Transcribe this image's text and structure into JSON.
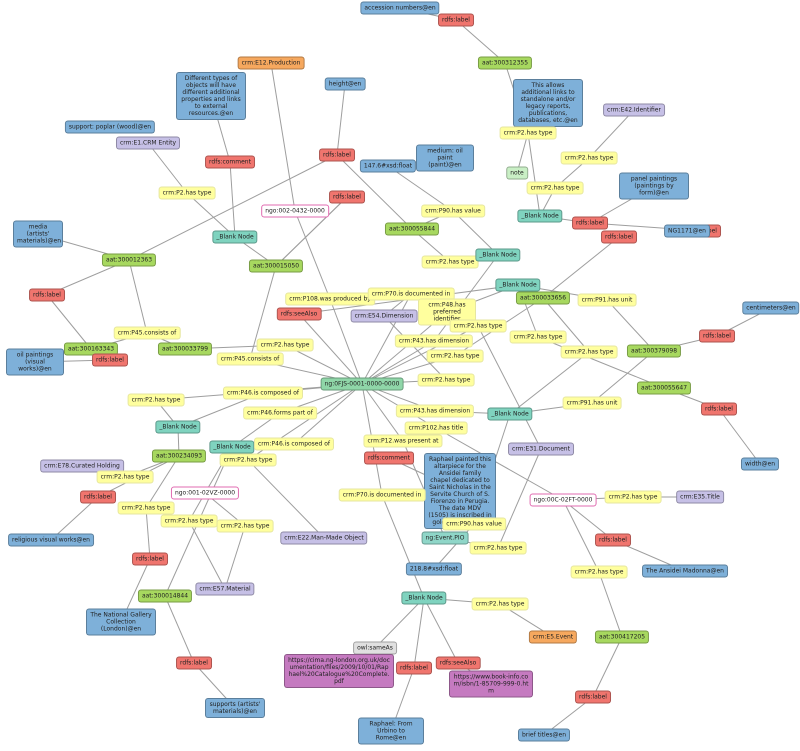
{
  "colors": {
    "literal": "#7eb0d9",
    "label": "#f0756e",
    "blank_node": "#7fd3bf",
    "aat": "#a7d85f",
    "property": "#ffff9e",
    "class": "#c6c0e6",
    "production": "#f6a85e",
    "edge": "#9e9e9e"
  },
  "nodes": [
    {
      "id": "n1",
      "text": "accession numbers@en",
      "type": "literal"
    },
    {
      "id": "n2",
      "text": "rdfs:label",
      "type": "label"
    },
    {
      "id": "n3",
      "text": "aat:300312355",
      "type": "aat"
    },
    {
      "id": "n4",
      "text": "crm:E12.Production",
      "type": "prod"
    },
    {
      "id": "n5",
      "text": "height@en",
      "type": "literal"
    },
    {
      "id": "n6",
      "text": "Different types of objects will have different additional properties and links to external resources.@en",
      "type": "literal"
    },
    {
      "id": "n7",
      "text": "This allows additional links to standalone and/or legacy reports, publications, databases, etc.@en",
      "type": "literal"
    },
    {
      "id": "n8",
      "text": "crm:E42.Identifier",
      "type": "class"
    },
    {
      "id": "n9",
      "text": "crm:P2.has type",
      "type": "prop"
    },
    {
      "id": "n10",
      "text": "support: poplar (wood)@en",
      "type": "literal"
    },
    {
      "id": "n11",
      "text": "crm:E1.CRM Entity",
      "type": "class"
    },
    {
      "id": "n12",
      "text": "rdfs:label",
      "type": "label"
    },
    {
      "id": "n13",
      "text": "147.6#xsd:float",
      "type": "literal"
    },
    {
      "id": "n14",
      "text": "medium: oil paint (paint)@en",
      "type": "literal"
    },
    {
      "id": "n15",
      "text": "crm:P2.has type",
      "type": "prop"
    },
    {
      "id": "n16",
      "text": "rdfs:comment",
      "type": "label"
    },
    {
      "id": "n17",
      "text": "note",
      "type": "note"
    },
    {
      "id": "n18",
      "text": "crm:P2.has type",
      "type": "prop"
    },
    {
      "id": "n19",
      "text": "panel paintings (paintings by form)@en",
      "type": "literal"
    },
    {
      "id": "n20",
      "text": "crm:P2.has type",
      "type": "prop"
    },
    {
      "id": "n21",
      "text": "rdfs:label",
      "type": "label"
    },
    {
      "id": "n22",
      "text": "crm:P90.has value",
      "type": "prop"
    },
    {
      "id": "n23",
      "text": "rdfs:label",
      "type": "label"
    },
    {
      "id": "n24",
      "text": "ngo:002-0432-0000",
      "type": "ngo"
    },
    {
      "id": "n25",
      "text": "_Blank Node",
      "type": "blank"
    },
    {
      "id": "n26",
      "text": "rdfs:label",
      "type": "label"
    },
    {
      "id": "n27",
      "text": "rdfs:label",
      "type": "label"
    },
    {
      "id": "n28",
      "text": "NG1171@en",
      "type": "literal"
    },
    {
      "id": "n29",
      "text": "media (artists' materials)@en",
      "type": "literal"
    },
    {
      "id": "n30",
      "text": "aat:300012363",
      "type": "aat"
    },
    {
      "id": "n31",
      "text": "_Blank Node",
      "type": "blank"
    },
    {
      "id": "n32",
      "text": "aat:300055844",
      "type": "aat"
    },
    {
      "id": "n33",
      "text": "crm:P2.has type",
      "type": "prop"
    },
    {
      "id": "n34",
      "text": "aat:300015050",
      "type": "aat"
    },
    {
      "id": "n35",
      "text": "_Blank Node",
      "type": "blank"
    },
    {
      "id": "n36",
      "text": "_Blank Node",
      "type": "blank"
    },
    {
      "id": "n37",
      "text": "rdfs:label",
      "type": "label"
    },
    {
      "id": "n38",
      "text": "crm:P108.was produced by",
      "type": "prop"
    },
    {
      "id": "n39",
      "text": "crm:P70.is documented in",
      "type": "prop"
    },
    {
      "id": "n40",
      "text": "aat:300033656",
      "type": "aat"
    },
    {
      "id": "n41",
      "text": "crm:P91.has unit",
      "type": "prop"
    },
    {
      "id": "n42",
      "text": "centimeters@en",
      "type": "literal"
    },
    {
      "id": "n43",
      "text": "rdfs:seeAlso",
      "type": "label"
    },
    {
      "id": "n44",
      "text": "crm:E54.Dimension",
      "type": "class"
    },
    {
      "id": "n45",
      "text": "crm:P48.has preferred identifier",
      "type": "prop"
    },
    {
      "id": "n46",
      "text": "crm:P45.consists of",
      "type": "prop"
    },
    {
      "id": "n47",
      "text": "crm:P2.has type",
      "type": "prop"
    },
    {
      "id": "n48",
      "text": "aat:300163343",
      "type": "aat"
    },
    {
      "id": "n49",
      "text": "aat:300033799",
      "type": "aat"
    },
    {
      "id": "n50",
      "text": "crm:P2.has type",
      "type": "prop"
    },
    {
      "id": "n51",
      "text": "crm:P43.has dimension",
      "type": "prop"
    },
    {
      "id": "n52",
      "text": "crm:P2.has type",
      "type": "prop"
    },
    {
      "id": "n53",
      "text": "aat:300379098",
      "type": "aat"
    },
    {
      "id": "n54",
      "text": "rdfs:label",
      "type": "label"
    },
    {
      "id": "n55",
      "text": "oil paintings (visual works)@en",
      "type": "literal"
    },
    {
      "id": "n56",
      "text": "rdfs:label",
      "type": "label"
    },
    {
      "id": "n57",
      "text": "crm:P45.consists of",
      "type": "prop"
    },
    {
      "id": "n58",
      "text": "crm:P2.has type",
      "type": "prop"
    },
    {
      "id": "n59",
      "text": "crm:P2.has type",
      "type": "prop"
    },
    {
      "id": "n60",
      "text": "aat:300055647",
      "type": "aat"
    },
    {
      "id": "n61",
      "text": "ng:0FJS-0001-0000-0000",
      "type": "center"
    },
    {
      "id": "n62",
      "text": "crm:P2.has type",
      "type": "prop"
    },
    {
      "id": "n63",
      "text": "crm:P46.is composed of",
      "type": "prop"
    },
    {
      "id": "n64",
      "text": "crm:P2.has type",
      "type": "prop"
    },
    {
      "id": "n65",
      "text": "crm:P43.has dimension",
      "type": "prop"
    },
    {
      "id": "n66",
      "text": "_Blank Node",
      "type": "blank"
    },
    {
      "id": "n67",
      "text": "crm:P91.has unit",
      "type": "prop"
    },
    {
      "id": "n68",
      "text": "rdfs:label",
      "type": "label"
    },
    {
      "id": "n69",
      "text": "_Blank Node",
      "type": "blank"
    },
    {
      "id": "n70",
      "text": "crm:P46.forms part of",
      "type": "prop"
    },
    {
      "id": "n71",
      "text": "crm:P102.has title",
      "type": "prop"
    },
    {
      "id": "n72",
      "text": "_Blank Node",
      "type": "blank"
    },
    {
      "id": "n73",
      "text": "crm:P46.is composed of",
      "type": "prop"
    },
    {
      "id": "n74",
      "text": "crm:P12.was present at",
      "type": "prop"
    },
    {
      "id": "n75",
      "text": "crm:E31.Document",
      "type": "class"
    },
    {
      "id": "n76",
      "text": "aat:300234093",
      "type": "aat"
    },
    {
      "id": "n77",
      "text": "crm:P2.has type",
      "type": "prop"
    },
    {
      "id": "n78",
      "text": "rdfs:comment",
      "type": "label"
    },
    {
      "id": "n79",
      "text": "Raphael painted this altarpiece for the Ansidei family chapel dedicated to Saint Nicholas in the Servite Church of S. Fiorenzo in Perugia. The date MDV (1505) is inscribed in gold on the ...@en",
      "type": "literal"
    },
    {
      "id": "n80",
      "text": "width@en",
      "type": "literal"
    },
    {
      "id": "n81",
      "text": "crm:E78.Curated Holding",
      "type": "class"
    },
    {
      "id": "n82",
      "text": "crm:P2.has type",
      "type": "prop"
    },
    {
      "id": "n83",
      "text": "ngo:001-02VZ-0000",
      "type": "ngo"
    },
    {
      "id": "n84",
      "text": "ngo:00C-02FT-0000",
      "type": "ngo"
    },
    {
      "id": "n85",
      "text": "crm:P2.has type",
      "type": "prop"
    },
    {
      "id": "n86",
      "text": "crm:E35.Title",
      "type": "class"
    },
    {
      "id": "n87",
      "text": "rdfs:label",
      "type": "label"
    },
    {
      "id": "n88",
      "text": "crm:P70.is documented in",
      "type": "prop"
    },
    {
      "id": "n89",
      "text": "crm:P2.has type",
      "type": "prop"
    },
    {
      "id": "n90",
      "text": "crm:P2.has type",
      "type": "prop"
    },
    {
      "id": "n91",
      "text": "rdfs:label",
      "type": "label"
    },
    {
      "id": "n92",
      "text": "crm:P2.has type",
      "type": "prop"
    },
    {
      "id": "n93",
      "text": "religious visual works@en",
      "type": "literal"
    },
    {
      "id": "n94",
      "text": "crm:E22.Man-Made Object",
      "type": "class"
    },
    {
      "id": "n95",
      "text": "ng:Event.PIO",
      "type": "ng"
    },
    {
      "id": "n96",
      "text": "crm:P90.has value",
      "type": "prop"
    },
    {
      "id": "n97",
      "text": "218.8#xsd:float",
      "type": "literal"
    },
    {
      "id": "n98",
      "text": "crm:P2.has type",
      "type": "prop"
    },
    {
      "id": "n99",
      "text": "rdfs:label",
      "type": "label"
    },
    {
      "id": "n100",
      "text": "The Ansidei Madonna@en",
      "type": "literal"
    },
    {
      "id": "n101",
      "text": "crm:P2.has type",
      "type": "prop"
    },
    {
      "id": "n102",
      "text": "aat:300014844",
      "type": "aat"
    },
    {
      "id": "n103",
      "text": "crm:E57.Material",
      "type": "class"
    },
    {
      "id": "n104",
      "text": "_Blank Node",
      "type": "blank"
    },
    {
      "id": "n105",
      "text": "crm:P2.has type",
      "type": "prop"
    },
    {
      "id": "n106",
      "text": "The National Gallery Collection (London)@en",
      "type": "literal"
    },
    {
      "id": "n107",
      "text": "crm:E5.Event",
      "type": "prod"
    },
    {
      "id": "n108",
      "text": "aat:300417205",
      "type": "aat"
    },
    {
      "id": "n109",
      "text": "owl:sameAs",
      "type": "same"
    },
    {
      "id": "n110",
      "text": "rdfs:label",
      "type": "label"
    },
    {
      "id": "n111",
      "text": "rdfs:label",
      "type": "label"
    },
    {
      "id": "n112",
      "text": "rdfs:seeAlso",
      "type": "label"
    },
    {
      "id": "n113",
      "text": "https://cima.ng-london.org.uk/documentation/files/2009/10/01/Raphael%20Catalogue%20Complete.pdf",
      "type": "uri"
    },
    {
      "id": "n114",
      "text": "https://www.book-info.com/isbn/1-85709-999-0.htm",
      "type": "uri"
    },
    {
      "id": "n115",
      "text": "rdfs:label",
      "type": "label"
    },
    {
      "id": "n116",
      "text": "supports (artists' materials)@en",
      "type": "literal"
    },
    {
      "id": "n117",
      "text": "Raphael: From Urbino to Rome@en",
      "type": "literal"
    },
    {
      "id": "n118",
      "text": "brief titles@en",
      "type": "literal"
    }
  ]
}
